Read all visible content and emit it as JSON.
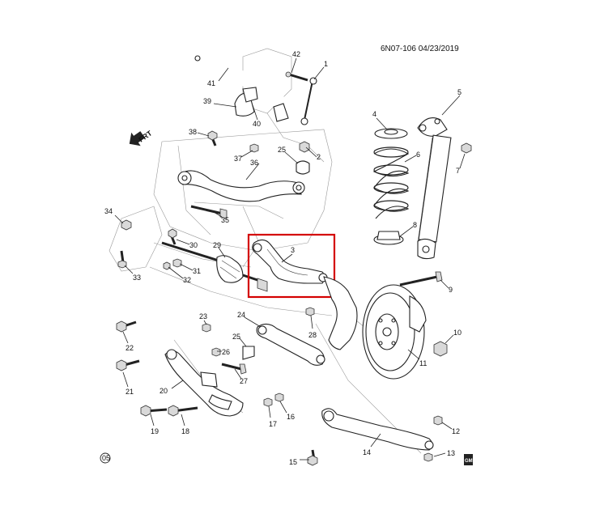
{
  "header": {
    "code": "6N07-106  04/23/2019"
  },
  "direction_label": "FRT",
  "callouts": [
    "1",
    "2",
    "3",
    "4",
    "5",
    "6",
    "7",
    "8",
    "9",
    "10",
    "11",
    "12",
    "13",
    "14",
    "15",
    "16",
    "17",
    "18",
    "19",
    "20",
    "21",
    "22",
    "23",
    "24",
    "25",
    "26",
    "27",
    "28",
    "29",
    "30",
    "31",
    "32",
    "33",
    "34",
    "35",
    "36",
    "37",
    "38",
    "39",
    "40",
    "41",
    "42"
  ],
  "highlight": {
    "part": "3",
    "color": "#d40000"
  },
  "footer": {
    "page_symbol": "05",
    "logo": "GM"
  }
}
